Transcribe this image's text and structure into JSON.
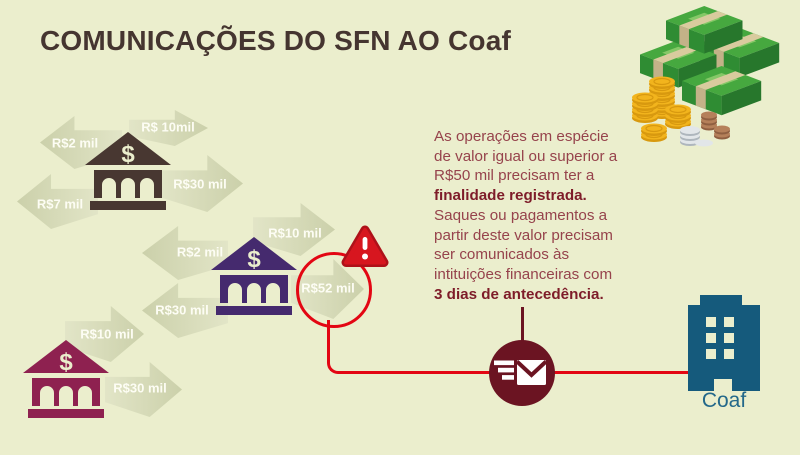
{
  "title": "COMUNICAÇÕES DO SFN AO Coaf",
  "bank_symbol": "$",
  "coaf_label": "Coaf",
  "flows": [
    {
      "bank": "bank-1",
      "direction": "right",
      "label": "R$ 10mil"
    },
    {
      "bank": "bank-1",
      "direction": "left",
      "label": "R$2 mil"
    },
    {
      "bank": "bank-1",
      "direction": "right",
      "label": "R$30 mil"
    },
    {
      "bank": "bank-1",
      "direction": "left",
      "label": "R$7 mil"
    },
    {
      "bank": "bank-2",
      "direction": "right",
      "label": "R$10 mil"
    },
    {
      "bank": "bank-2",
      "direction": "left",
      "label": "R$2 mil"
    },
    {
      "bank": "bank-2",
      "direction": "right",
      "label": "R$52 mil",
      "highlighted": true
    },
    {
      "bank": "bank-2",
      "direction": "left",
      "label": "R$30 mil"
    },
    {
      "bank": "bank-3",
      "direction": "right",
      "label": "R$10 mil"
    },
    {
      "bank": "bank-3",
      "direction": "right",
      "label": "R$30 mil"
    }
  ],
  "paragraph": {
    "lines": [
      {
        "text": "As operações em espécie",
        "bold": false
      },
      {
        "text": "de valor igual ou superior a",
        "bold": false
      },
      {
        "text": "R$50 mil precisam ter a",
        "bold": false
      },
      {
        "text": "finalidade registrada.",
        "bold": true
      },
      {
        "text": "Saques ou pagamentos a",
        "bold": false
      },
      {
        "text": "partir deste valor precisam",
        "bold": false
      },
      {
        "text": "ser comunicados às",
        "bold": false
      },
      {
        "text": "intituições financeiras com",
        "bold": false
      },
      {
        "text": "3 dias de antecedência.",
        "bold": true
      }
    ]
  },
  "icons": {
    "banks": "bank-columns",
    "alert": "warning-triangle",
    "message": "speeding-envelope",
    "institution": "office-building",
    "decoration": "money-stacks-and-coins"
  },
  "colors": {
    "background": "#ebeecd",
    "title": "#453530",
    "bank_1": "#483731",
    "bank_2": "#452a6e",
    "bank_3": "#8e2150",
    "alert_red": "#e30613",
    "warning_fill": "#d7161f",
    "paragraph": "#96434c",
    "paragraph_bold": "#7e1c29",
    "envelope_circle": "#6b1422",
    "building_blue": "#155a7c",
    "coaf_text": "#23688a"
  }
}
